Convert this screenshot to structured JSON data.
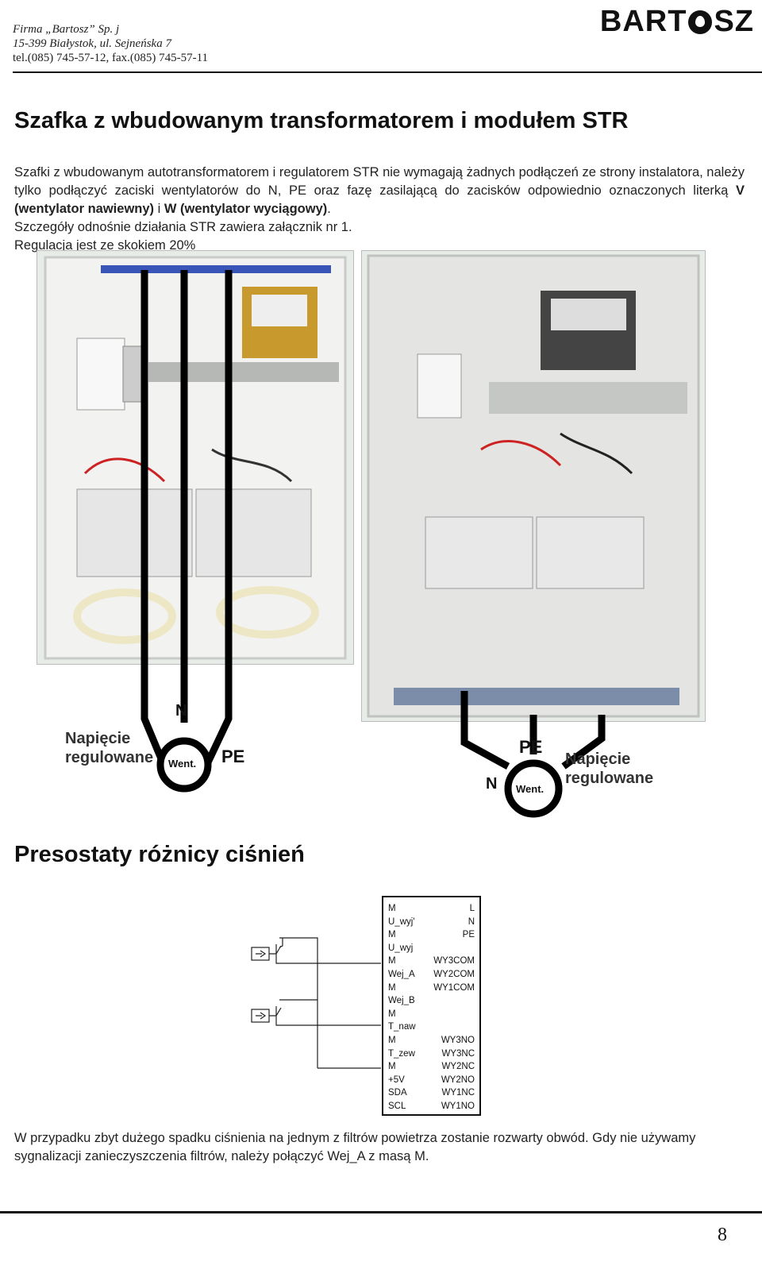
{
  "header": {
    "company": "Firma „Bartosz” Sp. j",
    "address": "15-399 Białystok, ul. Sejneńska 7",
    "phone": "tel.(085) 745-57-12, fax.(085) 745-57-11",
    "logo_left": "BART",
    "logo_right": "SZ"
  },
  "section1": {
    "title": "Szafka z wbudowanym transformatorem i modułem STR",
    "p1": "Szafki z wbudowanym autotransformatorem i regulatorem STR nie wymagają żadnych podłączeń ze strony instalatora, należy tylko podłączyć zaciski wentylatorów do N, PE oraz fazę zasilającą do zacisków odpowiednio oznaczonych literką ",
    "bold_v": "V (wentylator nawiewny)",
    "and": " i ",
    "bold_w": "W (wentylator wyciągowy)",
    "p1_end": ".",
    "p2": "Szczegóły odnośnie działania STR zawiera załącznik nr 1.",
    "p3": "Regulacja jest ze skokiem 20%"
  },
  "diagram_labels": {
    "left_n": "N",
    "left_pe": "PE",
    "left_fan": "Went.",
    "left_reg1": "Napięcie",
    "left_reg2": "regulowane",
    "right_pe": "PE",
    "right_n": "N",
    "right_fan": "Went.",
    "right_reg1": "Napięcie",
    "right_reg2": "regulowane"
  },
  "section2": {
    "title": "Presostaty różnicy ciśnień",
    "para": "W przypadku zbyt dużego spadku ciśnienia na jednym z filtrów powietrza zostanie rozwarty obwód. Gdy nie używamy sygnalizacji zanieczyszczenia filtrów, należy połączyć Wej_A z masą M."
  },
  "terminal": {
    "left": [
      "M",
      "U_wyj'",
      "M",
      "U_wyj",
      "M",
      "Wej_A",
      "M",
      "Wej_B",
      "M",
      "T_naw",
      "M",
      "T_zew",
      "M",
      "+5V",
      "SDA",
      "SCL"
    ],
    "right": [
      "L",
      "N",
      "PE",
      "",
      "WY3COM",
      "WY2COM",
      "WY1COM",
      "",
      "",
      "",
      "WY3NO",
      "WY3NC",
      "WY2NC",
      "WY2NO",
      "WY1NC",
      "WY1NO"
    ]
  },
  "footer": {
    "page": "8"
  }
}
